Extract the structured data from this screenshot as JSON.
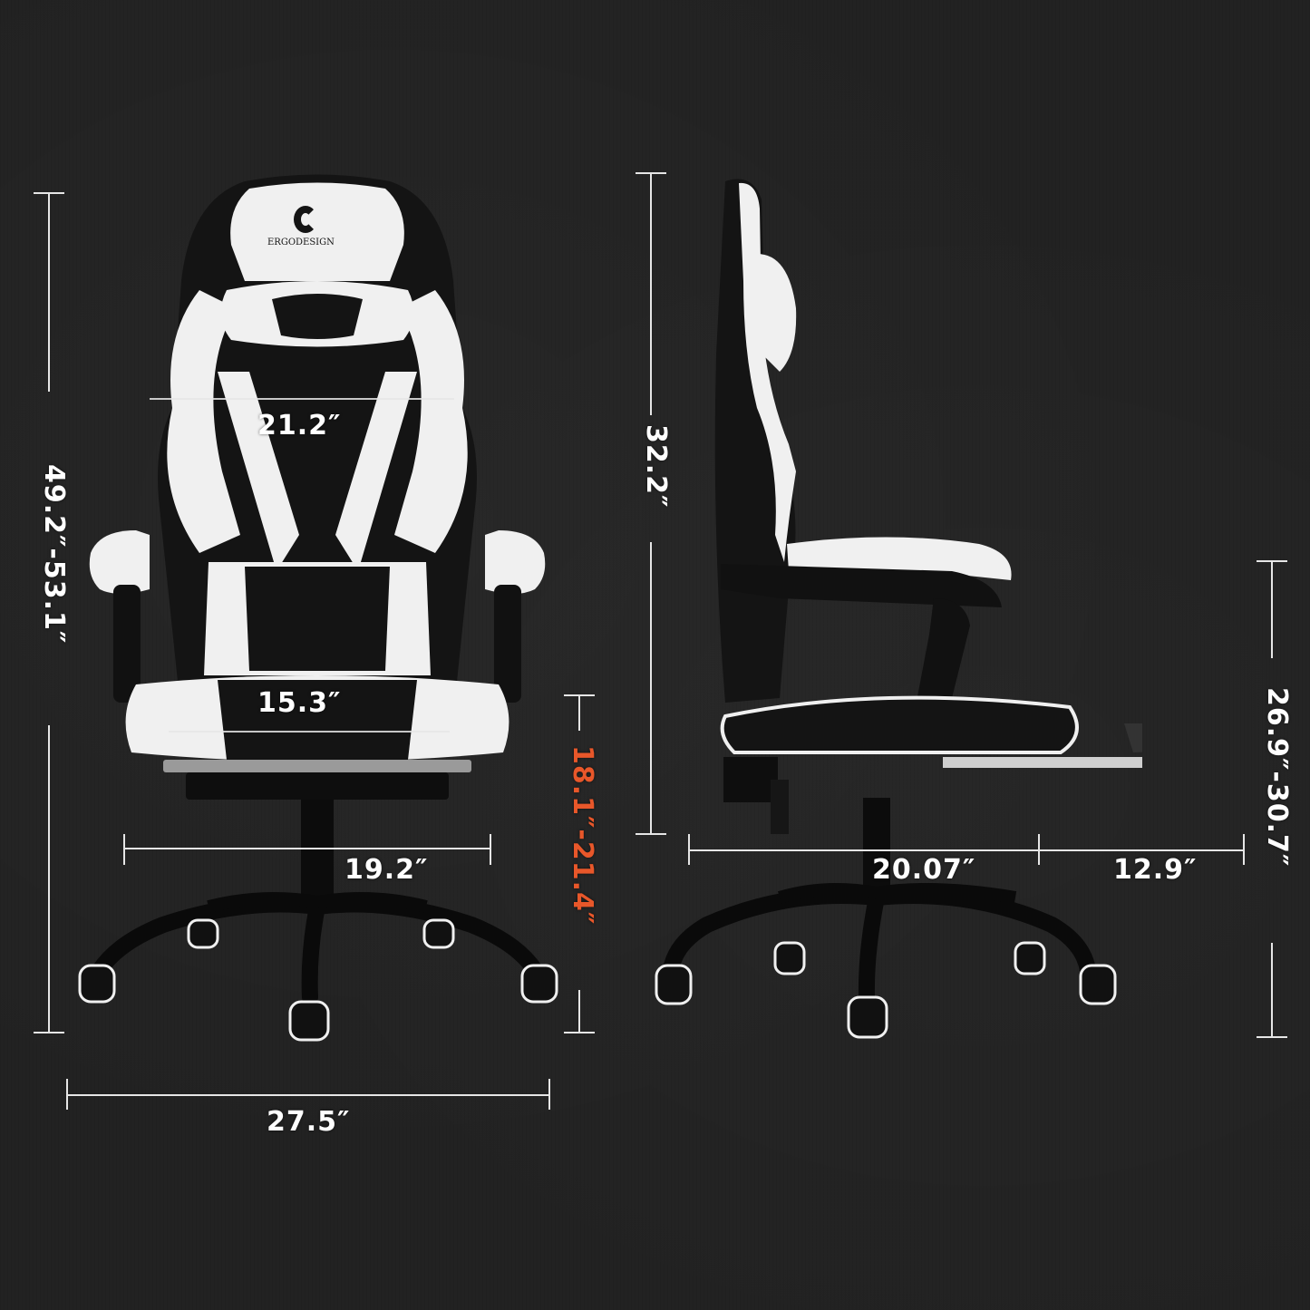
{
  "product": {
    "brand": "ERGODESIGN",
    "logo_icon": "ergodesign-c-logo",
    "colors": {
      "background": "#222222",
      "chair_white": "#f2f2f2",
      "chair_black": "#141414",
      "accent": "#E8572A",
      "dimension_line": "#e6e6e6"
    }
  },
  "front_view": {
    "dimensions": {
      "overall_height": "49.2″-53.1″",
      "backrest_width": "21.2″",
      "seat_width": "15.3″",
      "seat_height": "18.1″-21.4″",
      "armrest_span": "19.2″",
      "base_width": "27.5″"
    }
  },
  "side_view": {
    "dimensions": {
      "backrest_height": "32.2″",
      "seat_depth": "20.07″",
      "footrest_extension": "12.9″",
      "armrest_height": "26.9″-30.7″"
    }
  }
}
